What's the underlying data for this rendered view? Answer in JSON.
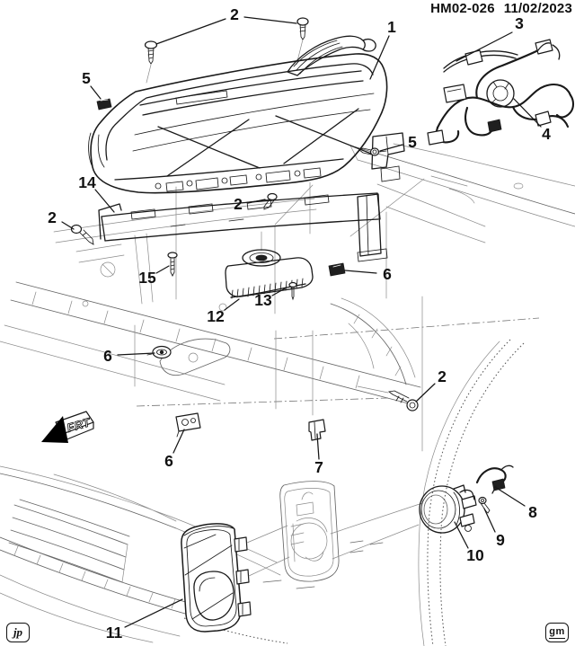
{
  "header": {
    "number": "HM02-026",
    "date": "11/02/2023"
  },
  "corner_marks": {
    "left": "jp",
    "right": "gm"
  },
  "direction_indicator": "FRT",
  "callouts": [
    {
      "num": "2",
      "label": [
        261,
        16
      ],
      "leaders": [
        [
          [
            251,
            21
          ],
          [
            174,
            49
          ]
        ],
        [
          [
            272,
            19
          ],
          [
            330,
            26
          ]
        ]
      ]
    },
    {
      "num": "1",
      "label": [
        436,
        30
      ],
      "leaders": [
        [
          [
            433,
            40
          ],
          [
            412,
            88
          ]
        ]
      ]
    },
    {
      "num": "3",
      "label": [
        578,
        26
      ],
      "leaders": [
        [
          [
            570,
            36
          ],
          [
            508,
            68
          ]
        ]
      ]
    },
    {
      "num": "4",
      "label": [
        608,
        149
      ],
      "leaders": [
        [
          [
            602,
            141
          ],
          [
            572,
            110
          ]
        ]
      ]
    },
    {
      "num": "5",
      "label": [
        96,
        87
      ],
      "leaders": [
        [
          [
            101,
            96
          ],
          [
            112,
            110
          ]
        ]
      ]
    },
    {
      "num": "5",
      "label": [
        459,
        158
      ],
      "leaders": [
        [
          [
            448,
            161
          ],
          [
            423,
            168
          ]
        ]
      ]
    },
    {
      "num": "14",
      "label": [
        97,
        203
      ],
      "leaders": [
        [
          [
            106,
            211
          ],
          [
            127,
            236
          ]
        ]
      ]
    },
    {
      "num": "2",
      "label": [
        58,
        242
      ],
      "leaders": [
        [
          [
            69,
            247
          ],
          [
            82,
            255
          ]
        ]
      ]
    },
    {
      "num": "2",
      "label": [
        265,
        227
      ],
      "leaders": [
        [
          [
            276,
            226
          ],
          [
            295,
            222
          ]
        ]
      ]
    },
    {
      "num": "15",
      "label": [
        164,
        309
      ],
      "leaders": [
        [
          [
            174,
            304
          ],
          [
            188,
            296
          ]
        ]
      ]
    },
    {
      "num": "12",
      "label": [
        240,
        352
      ],
      "leaders": [
        [
          [
            250,
            345
          ],
          [
            266,
            333
          ]
        ]
      ]
    },
    {
      "num": "13",
      "label": [
        293,
        334
      ],
      "leaders": [
        [
          [
            303,
            329
          ],
          [
            319,
            320
          ]
        ]
      ]
    },
    {
      "num": "6",
      "label": [
        431,
        305
      ],
      "leaders": [
        [
          [
            419,
            304
          ],
          [
            384,
            301
          ]
        ]
      ]
    },
    {
      "num": "2",
      "label": [
        492,
        419
      ],
      "leaders": [
        [
          [
            484,
            427
          ],
          [
            463,
            447
          ]
        ]
      ]
    },
    {
      "num": "6",
      "label": [
        120,
        396
      ],
      "leaders": [
        [
          [
            131,
            395
          ],
          [
            172,
            393
          ]
        ]
      ]
    },
    {
      "num": "6",
      "label": [
        188,
        513
      ],
      "leaders": [
        [
          [
            193,
            504
          ],
          [
            205,
            478
          ]
        ]
      ]
    },
    {
      "num": "7",
      "label": [
        355,
        520
      ],
      "leaders": [
        [
          [
            355,
            511
          ],
          [
            353,
            483
          ]
        ]
      ]
    },
    {
      "num": "8",
      "label": [
        593,
        570
      ],
      "leaders": [
        [
          [
            584,
            563
          ],
          [
            551,
            542
          ]
        ]
      ]
    },
    {
      "num": "9",
      "label": [
        557,
        601
      ],
      "leaders": [
        [
          [
            551,
            592
          ],
          [
            539,
            566
          ]
        ]
      ]
    },
    {
      "num": "10",
      "label": [
        529,
        618
      ],
      "leaders": [
        [
          [
            521,
            610
          ],
          [
            506,
            581
          ]
        ]
      ]
    },
    {
      "num": "11",
      "label": [
        127,
        704
      ],
      "leaders": [
        [
          [
            139,
            698
          ],
          [
            203,
            667
          ]
        ]
      ]
    }
  ]
}
